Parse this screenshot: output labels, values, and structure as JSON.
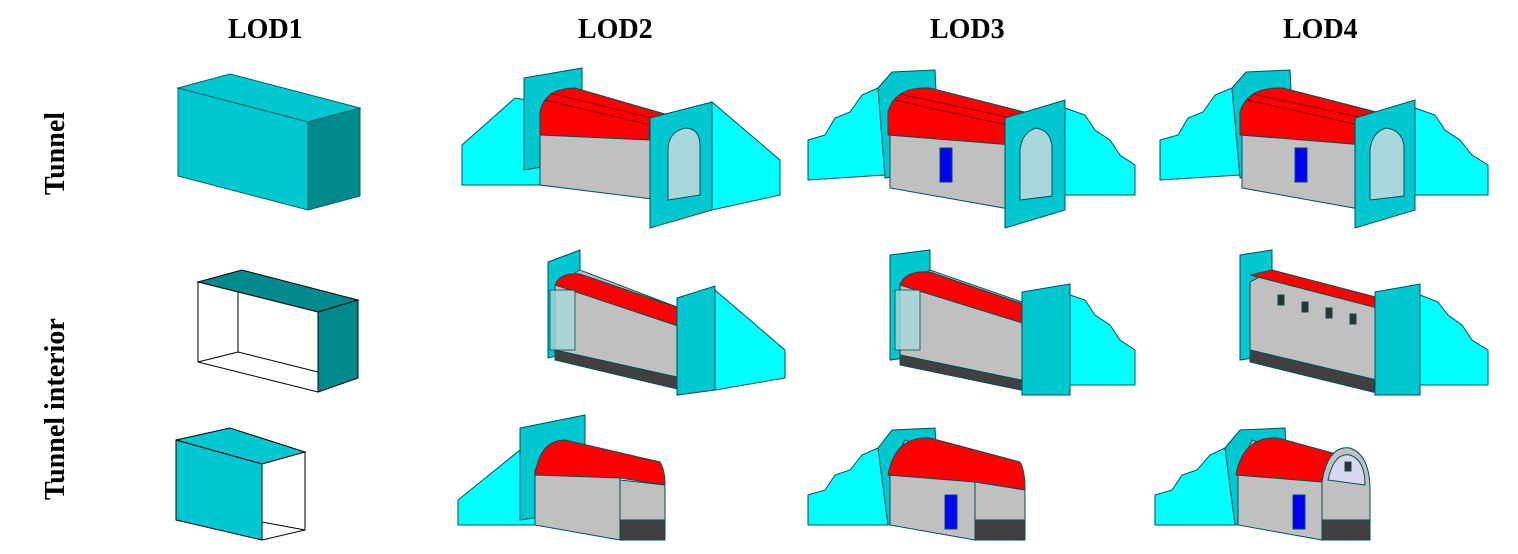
{
  "columns": [
    "LOD1",
    "LOD2",
    "LOD3",
    "LOD4"
  ],
  "rows": [
    "Tunnel",
    "Tunnel interior",
    ""
  ],
  "colors": {
    "wall_light": "#00ffff",
    "wall_mid": "#00c8d0",
    "wall_dark": "#008a8e",
    "roof": "#ff0000",
    "roof_dark": "#c00000",
    "side_gray": "#c0c0c0",
    "floor": "#404040",
    "door": "#0000ff",
    "glass": "#a8d8dc"
  }
}
